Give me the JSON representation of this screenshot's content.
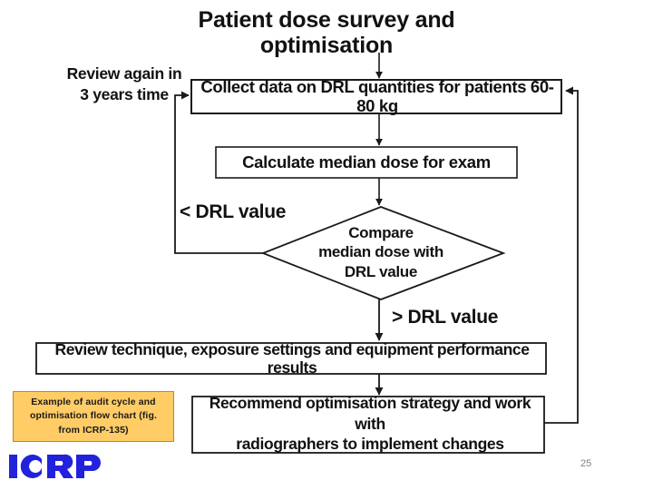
{
  "slide": {
    "title": "Patient dose survey and optimisation",
    "page_number": "25",
    "background_color": "#ffffff"
  },
  "flowchart": {
    "nodes": [
      {
        "id": "collect-data",
        "shape": "process",
        "text": "Collect data on DRL quantities for patients 60-80 kg"
      },
      {
        "id": "calculate-median",
        "shape": "process",
        "text": "Calculate median dose for exam"
      },
      {
        "id": "compare-decision",
        "shape": "decision",
        "text": "Compare\nmedian dose with\nDRL value"
      },
      {
        "id": "review-technique",
        "shape": "process",
        "text": "Review technique, exposure settings and equipment performance results"
      },
      {
        "id": "recommend-optimisation",
        "shape": "process",
        "text": "Recommend optimisation strategy and work with\nradiographers to implement changes"
      }
    ],
    "edge_labels": {
      "review_loop": "Review again in\n3 years time",
      "below_drl": "< DRL value",
      "above_drl": "> DRL value"
    },
    "line_color": "#1a1a1a"
  },
  "caption": {
    "text": "Example of audit cycle and\noptimisation flow chart (fig.\nfrom ICRP-135)",
    "background_color": "#ffcc66",
    "border_color": "#c08a14"
  },
  "logo": {
    "name": "icrp-logo",
    "text": "ICRP",
    "color": "#2222dd"
  }
}
